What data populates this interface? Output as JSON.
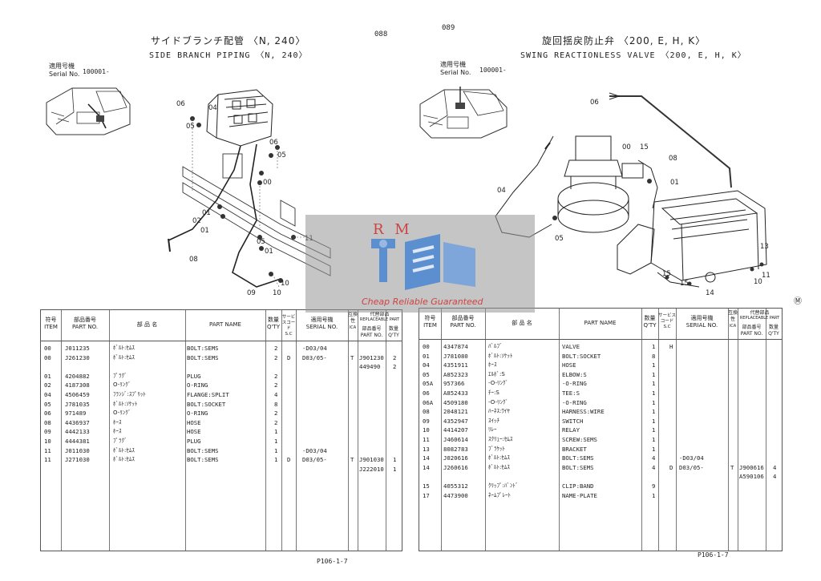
{
  "left": {
    "page_number": "088",
    "title_jp": "サイドブランチ配管 〈N, 240〉",
    "title_en": "SIDE BRANCH PIPING 〈N, 240〉",
    "serial_label_jp": "適用号機",
    "serial_label_en": "Serial No.",
    "serial_value": "100001-",
    "footer": "P106-1-7",
    "callouts": [
      "06",
      "04",
      "05",
      "06",
      "05",
      "00",
      "01",
      "02",
      "01",
      "08",
      "11",
      "05",
      "01",
      "10",
      "09",
      "10"
    ],
    "rows": [
      {
        "item": "00",
        "part": "J011235",
        "jp": "ﾎﾞﾙﾄ:ｾﾑｽ",
        "name": "BOLT:SEMS",
        "qty": "2",
        "sc": "",
        "serial": "-D03/04",
        "ica": "",
        "rpart": "",
        "rqty": ""
      },
      {
        "item": "00",
        "part": "J261230",
        "jp": "ﾎﾞﾙﾄ:ｾﾑｽ",
        "name": "BOLT:SEMS",
        "qty": "2",
        "sc": "D",
        "serial": "D03/05-",
        "ica": "T",
        "rpart": "J901230",
        "rqty": "2"
      },
      {
        "item": "",
        "part": "",
        "jp": "",
        "name": "",
        "qty": "",
        "sc": "",
        "serial": "",
        "ica": "",
        "rpart": "449490",
        "rqty": "2"
      },
      {
        "item": "01",
        "part": "4204882",
        "jp": "ﾌﾟﾗｸﾞ",
        "name": "PLUG",
        "qty": "2",
        "sc": "",
        "serial": "",
        "ica": "",
        "rpart": "",
        "rqty": ""
      },
      {
        "item": "02",
        "part": "4187308",
        "jp": "O-ﾘﾝｸﾞ",
        "name": "O-RING",
        "qty": "2",
        "sc": "",
        "serial": "",
        "ica": "",
        "rpart": "",
        "rqty": ""
      },
      {
        "item": "04",
        "part": "4506459",
        "jp": "ﾌﾗﾝｼﾞ:ｽﾌﾟﾘｯﾄ",
        "name": "FLANGE:SPLIT",
        "qty": "4",
        "sc": "",
        "serial": "",
        "ica": "",
        "rpart": "",
        "rqty": ""
      },
      {
        "item": "05",
        "part": "J781035",
        "jp": "ﾎﾞﾙﾄ:ｿｹｯﾄ",
        "name": "BOLT:SOCKET",
        "qty": "8",
        "sc": "",
        "serial": "",
        "ica": "",
        "rpart": "",
        "rqty": ""
      },
      {
        "item": "06",
        "part": "971489",
        "jp": "O-ﾘﾝｸﾞ",
        "name": "O-RING",
        "qty": "2",
        "sc": "",
        "serial": "",
        "ica": "",
        "rpart": "",
        "rqty": ""
      },
      {
        "item": "08",
        "part": "4436937",
        "jp": "ﾎｰｽ",
        "name": "HOSE",
        "qty": "2",
        "sc": "",
        "serial": "",
        "ica": "",
        "rpart": "",
        "rqty": ""
      },
      {
        "item": "09",
        "part": "4442133",
        "jp": "ﾎｰｽ",
        "name": "HOSE",
        "qty": "1",
        "sc": "",
        "serial": "",
        "ica": "",
        "rpart": "",
        "rqty": ""
      },
      {
        "item": "10",
        "part": "4444381",
        "jp": "ﾌﾟﾗｸﾞ",
        "name": "PLUG",
        "qty": "1",
        "sc": "",
        "serial": "",
        "ica": "",
        "rpart": "",
        "rqty": ""
      },
      {
        "item": "11",
        "part": "J011030",
        "jp": "ﾎﾞﾙﾄ:ｾﾑｽ",
        "name": "BOLT:SEMS",
        "qty": "1",
        "sc": "",
        "serial": "-D03/04",
        "ica": "",
        "rpart": "",
        "rqty": ""
      },
      {
        "item": "11",
        "part": "J271030",
        "jp": "ﾎﾞﾙﾄ:ｾﾑｽ",
        "name": "BOLT:SEMS",
        "qty": "1",
        "sc": "D",
        "serial": "D03/05-",
        "ica": "T",
        "rpart": "J901030",
        "rqty": "1"
      },
      {
        "item": "",
        "part": "",
        "jp": "",
        "name": "",
        "qty": "",
        "sc": "",
        "serial": "",
        "ica": "",
        "rpart": "J222010",
        "rqty": "1"
      }
    ]
  },
  "right": {
    "page_number": "089",
    "title_jp": "旋回揺戻防止弁 〈200, E, H, K〉",
    "title_en": "SWING REACTIONLESS VALVE 〈200, E, H, K〉",
    "serial_label_jp": "適用号機",
    "serial_label_en": "Serial No.",
    "serial_value": "100001-",
    "footer": "P106-1-7",
    "corner_mark": "Ⓜ",
    "callouts": [
      "06",
      "00",
      "15",
      "08",
      "01",
      "04",
      "05",
      "13",
      "15",
      "15",
      "14",
      "11",
      "10"
    ],
    "rows": [
      {
        "item": "00",
        "part": "4347874",
        "jp": "ﾊﾞﾙﾌﾞ",
        "name": "VALVE",
        "qty": "1",
        "sc": "H",
        "serial": "",
        "ica": "",
        "rpart": "",
        "rqty": ""
      },
      {
        "item": "01",
        "part": "J781080",
        "jp": "ﾎﾞﾙﾄ:ｿｹｯﾄ",
        "name": "BOLT:SOCKET",
        "qty": "8",
        "sc": "",
        "serial": "",
        "ica": "",
        "rpart": "",
        "rqty": ""
      },
      {
        "item": "04",
        "part": "4351911",
        "jp": "ﾎｰｽ",
        "name": "HOSE",
        "qty": "1",
        "sc": "",
        "serial": "",
        "ica": "",
        "rpart": "",
        "rqty": ""
      },
      {
        "item": "05",
        "part": "A852323",
        "jp": "ｴﾙﾎﾞ:S",
        "name": "ELBOW:S",
        "qty": "1",
        "sc": "",
        "serial": "",
        "ica": "",
        "rpart": "",
        "rqty": ""
      },
      {
        "item": "05A",
        "part": "957366",
        "jp": "-O-ﾘﾝｸﾞ",
        "name": "-O-RING",
        "qty": "1",
        "sc": "",
        "serial": "",
        "ica": "",
        "rpart": "",
        "rqty": ""
      },
      {
        "item": "06",
        "part": "A852433",
        "jp": "ﾁｰ:S",
        "name": "TEE:S",
        "qty": "1",
        "sc": "",
        "serial": "",
        "ica": "",
        "rpart": "",
        "rqty": ""
      },
      {
        "item": "06A",
        "part": "4509180",
        "jp": "-O-ﾘﾝｸﾞ",
        "name": "-O-RING",
        "qty": "1",
        "sc": "",
        "serial": "",
        "ica": "",
        "rpart": "",
        "rqty": ""
      },
      {
        "item": "08",
        "part": "2048121",
        "jp": "ﾊｰﾈｽ:ﾜｲﾔ",
        "name": "HARNESS:WIRE",
        "qty": "1",
        "sc": "",
        "serial": "",
        "ica": "",
        "rpart": "",
        "rqty": ""
      },
      {
        "item": "09",
        "part": "4352947",
        "jp": "ｽｲｯﾁ",
        "name": "SWITCH",
        "qty": "1",
        "sc": "",
        "serial": "",
        "ica": "",
        "rpart": "",
        "rqty": ""
      },
      {
        "item": "10",
        "part": "4414207",
        "jp": "ﾘﾚｰ",
        "name": "RELAY",
        "qty": "1",
        "sc": "",
        "serial": "",
        "ica": "",
        "rpart": "",
        "rqty": ""
      },
      {
        "item": "11",
        "part": "J460614",
        "jp": "ｽｸﾘｭｰ:ｾﾑｽ",
        "name": "SCREW:SEMS",
        "qty": "1",
        "sc": "",
        "serial": "",
        "ica": "",
        "rpart": "",
        "rqty": ""
      },
      {
        "item": "13",
        "part": "8082783",
        "jp": "ﾌﾞﾗｹｯﾄ",
        "name": "BRACKET",
        "qty": "1",
        "sc": "",
        "serial": "",
        "ica": "",
        "rpart": "",
        "rqty": ""
      },
      {
        "item": "14",
        "part": "J020616",
        "jp": "ﾎﾞﾙﾄ:ｾﾑｽ",
        "name": "BOLT:SEMS",
        "qty": "4",
        "sc": "",
        "serial": "-D03/04",
        "ica": "",
        "rpart": "",
        "rqty": ""
      },
      {
        "item": "14",
        "part": "J260616",
        "jp": "ﾎﾞﾙﾄ:ｾﾑｽ",
        "name": "BOLT:SEMS",
        "qty": "4",
        "sc": "D",
        "serial": "D03/05-",
        "ica": "T",
        "rpart": "J900616",
        "rqty": "4"
      },
      {
        "item": "",
        "part": "",
        "jp": "",
        "name": "",
        "qty": "",
        "sc": "",
        "serial": "",
        "ica": "",
        "rpart": "A590106",
        "rqty": "4"
      },
      {
        "item": "15",
        "part": "4055312",
        "jp": "ｸﾘｯﾌﾟ:ﾊﾞﾝﾄﾞ",
        "name": "CLIP:BAND",
        "qty": "9",
        "sc": "",
        "serial": "",
        "ica": "",
        "rpart": "",
        "rqty": ""
      },
      {
        "item": "17",
        "part": "4473900",
        "jp": "ﾈｰﾑﾌﾟﾚｰﾄ",
        "name": "NAME-PLATE",
        "qty": "1",
        "sc": "",
        "serial": "",
        "ica": "",
        "rpart": "",
        "rqty": ""
      }
    ]
  },
  "headers": {
    "item_jp": "符号",
    "item_en": "ITEM",
    "part_jp": "部品番号",
    "part_en": "PART NO.",
    "name_jp": "部 品 名",
    "name_en": "PART NAME",
    "qty_jp": "数量",
    "qty_en": "Q'TY",
    "sc_jp": "サービスコード",
    "sc_en": "S.C",
    "serial_jp": "適用号機",
    "serial_en": "SERIAL NO.",
    "ica_jp": "互換性",
    "ica_en": "ICA",
    "repl_jp": "代替部品",
    "repl_en": "REPLACEABLE PART",
    "rpart_jp": "部品番号",
    "rpart_en": "PART NO.",
    "rqty_jp": "数量",
    "rqty_en": "Q'TY"
  },
  "watermark": {
    "brand": "R M",
    "tagline": "Cheap Reliable Guaranteed",
    "accent": "#5b8fd0"
  }
}
